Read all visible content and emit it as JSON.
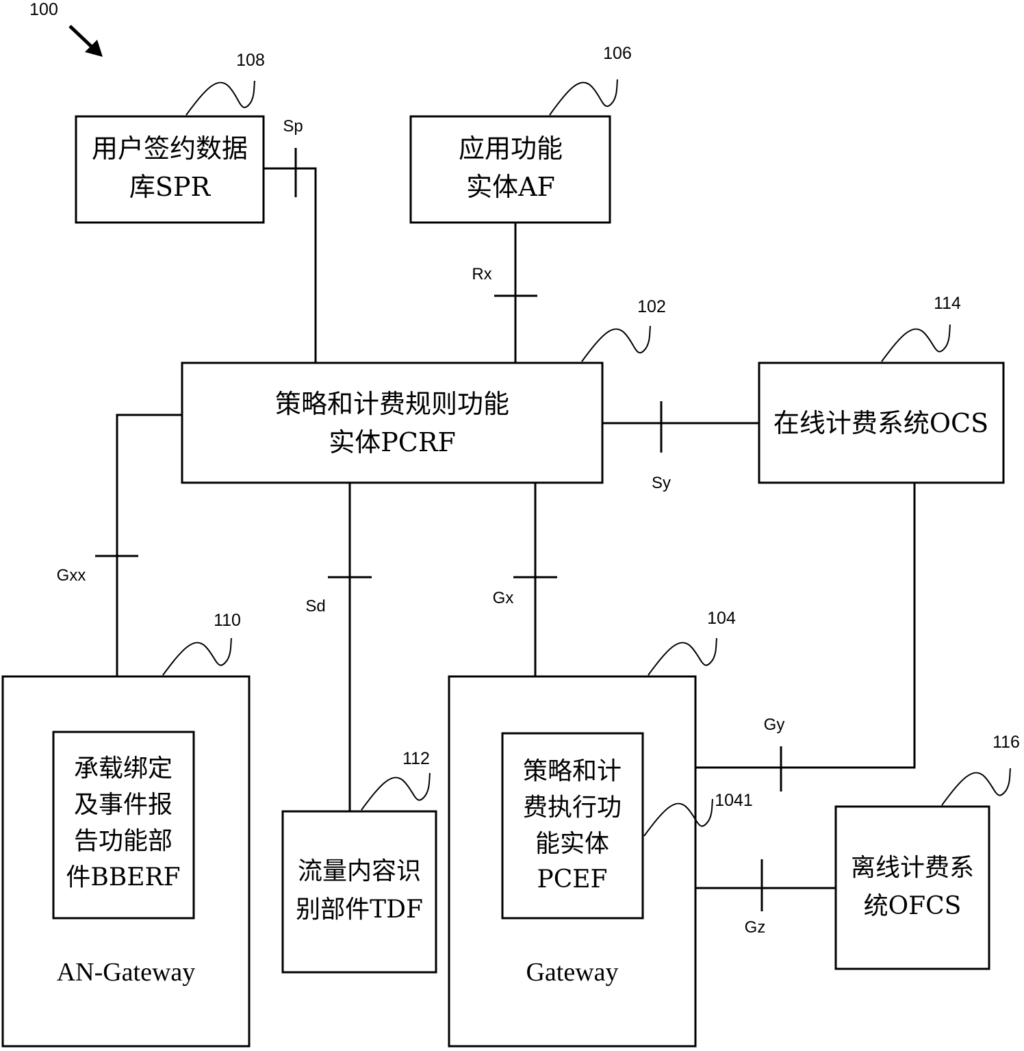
{
  "figure_number": "100",
  "nodes": {
    "spr": {
      "ref": "108",
      "line1": "用户签约数据",
      "line2": "库SPR"
    },
    "af": {
      "ref": "106",
      "line1": "应用功能",
      "line2": "实体AF"
    },
    "pcrf": {
      "ref": "102",
      "line1": "策略和计费规则功能",
      "line2": "实体PCRF"
    },
    "ocs": {
      "ref": "114",
      "line1": "在线计费系统OCS"
    },
    "an_gateway": {
      "ref": "110",
      "label": "AN-Gateway"
    },
    "bberf": {
      "line1": "承载绑定",
      "line2": "及事件报",
      "line3": "告功能部",
      "line4": "件BBERF"
    },
    "tdf": {
      "ref": "112",
      "line1": "流量内容识",
      "line2": "别部件TDF"
    },
    "gateway": {
      "ref": "104",
      "label": "Gateway"
    },
    "pcef": {
      "ref": "1041",
      "line1": "策略和计",
      "line2": "费执行功",
      "line3": "能实体",
      "line4": "PCEF"
    },
    "ofcs": {
      "ref": "116",
      "line1": "离线计费系",
      "line2": "统OFCS"
    }
  },
  "interfaces": {
    "sp": "Sp",
    "rx": "Rx",
    "sy": "Sy",
    "gxx": "Gxx",
    "sd": "Sd",
    "gx": "Gx",
    "gy": "Gy",
    "gz": "Gz"
  },
  "colors": {
    "stroke": "#000000",
    "background": "#ffffff"
  }
}
